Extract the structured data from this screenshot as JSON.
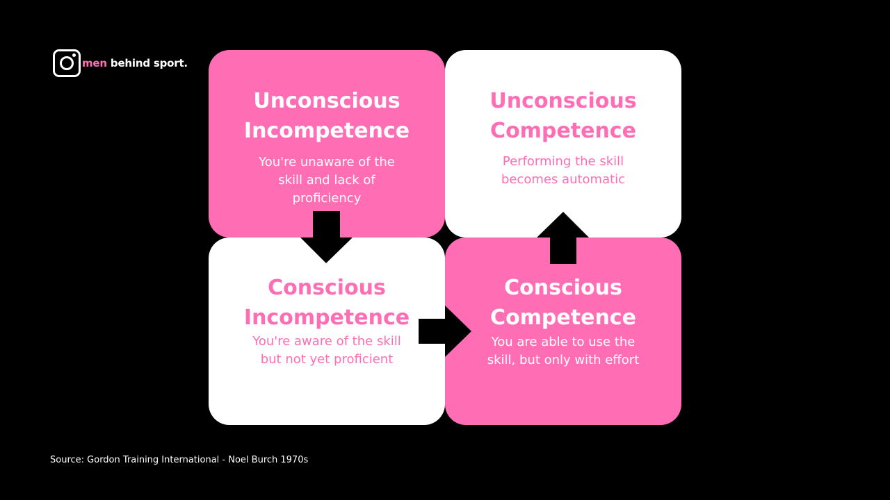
{
  "brand": {
    "icon": "instagram-icon",
    "name_accent": "men",
    "name_rest": " behind sport."
  },
  "quadrants": {
    "unconscious_incompetence": {
      "title": "Unconscious\nIncompetence",
      "description": "You're unaware of the skill and lack of proficiency"
    },
    "unconscious_competence": {
      "title": "Unconscious\nCompetence",
      "description": "Performing the skill becomes automatic"
    },
    "conscious_incompetence": {
      "title": "Conscious\nIncompetence",
      "description": "You're aware of the skill but not yet proficient"
    },
    "conscious_competence": {
      "title": "Conscious\nCompetence",
      "description": "You are able to use the skill, but only with effort"
    }
  },
  "colors": {
    "pink": "#ff6eb4",
    "white": "#ffffff",
    "background": "#000000"
  },
  "source": "Source: Gordon Training International - Noel Burch 1970s"
}
